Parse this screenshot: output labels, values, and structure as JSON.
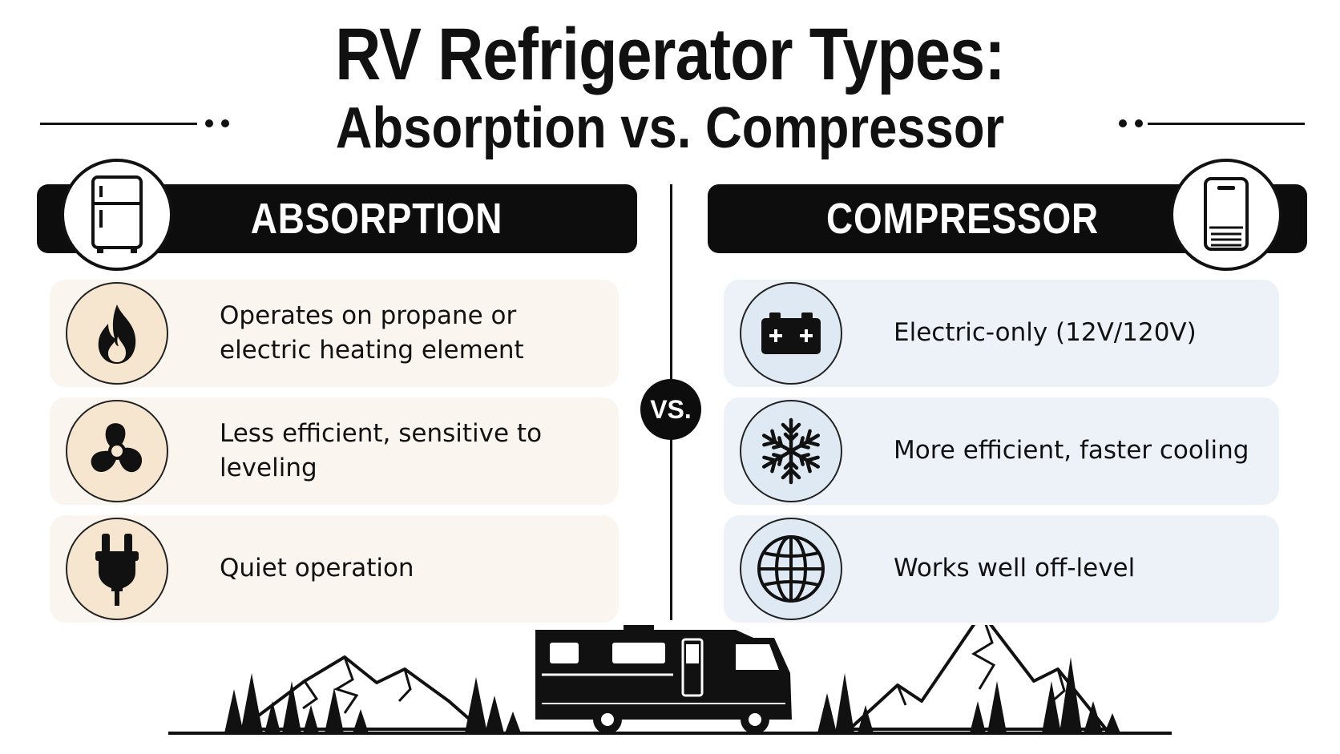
{
  "title": {
    "line1": "RV Refrigerator Types:",
    "line2": "Absorption vs. Compressor"
  },
  "left": {
    "heading": "ABSORPTION",
    "header_icon": "fridge-icon",
    "items": [
      {
        "icon": "flame-icon",
        "text": "Operates on propane or electric heating element"
      },
      {
        "icon": "fan-icon",
        "text": "Less efficient, sensitive to leveling"
      },
      {
        "icon": "plug-icon",
        "text": "Quiet operation"
      }
    ]
  },
  "vs_label": "VS.",
  "right": {
    "heading": "COMPRESSOR",
    "header_icon": "compact-fridge-icon",
    "items": [
      {
        "icon": "battery-icon",
        "text": "Electric-only (12V/120V)"
      },
      {
        "icon": "snowflake-icon",
        "text": "More efficient, faster cooling"
      },
      {
        "icon": "globe-icon",
        "text": "Works well off-level"
      }
    ]
  },
  "colors": {
    "ink": "#111111",
    "left_card": "#faf6ef",
    "left_icon_bg": "#f6e6d0",
    "right_card": "#ecf2f8",
    "right_icon_bg": "#dfe9f3"
  }
}
